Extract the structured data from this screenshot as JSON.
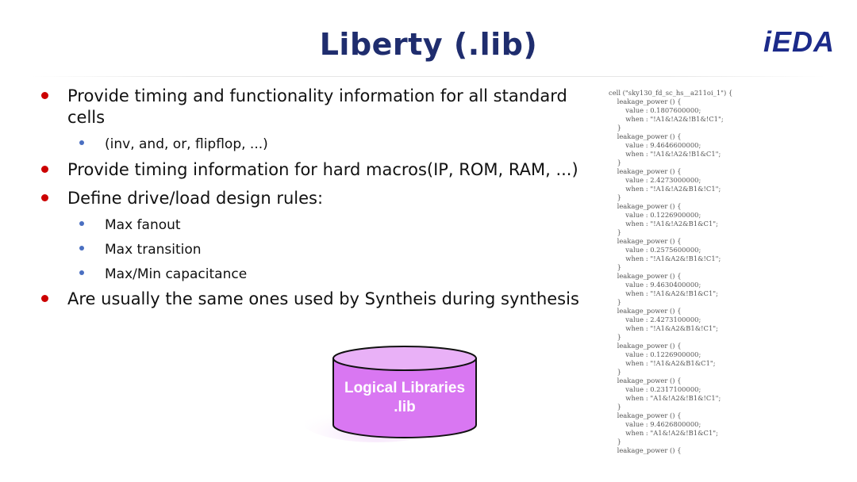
{
  "title": "Liberty (.lib)",
  "logo": "iEDA",
  "bullets": {
    "b1": "Provide timing and functionality information for all standard cells",
    "b1_sub1": "(inv, and, or, flipflop, ...)",
    "b2": "Provide timing information for hard macros(IP, ROM, RAM, ...)",
    "b3": "Define drive/load design rules:",
    "b3_sub1": "Max fanout",
    "b3_sub2": "Max transition",
    "b3_sub3": "Max/Min capacitance",
    "b4": "Are usually the same ones used by Syntheis during synthesis"
  },
  "library_label": {
    "line1": "Logical Libraries",
    "line2": ".lib"
  },
  "code_lines": [
    "cell (\"sky130_fd_sc_hs__a211oi_1\") {",
    "    leakage_power () {",
    "        value : 0.1807600000;",
    "        when : \"!A1&!A2&!B1&!C1\";",
    "    }",
    "    leakage_power () {",
    "        value : 9.4646600000;",
    "        when : \"!A1&!A2&!B1&C1\";",
    "    }",
    "    leakage_power () {",
    "        value : 2.4273000000;",
    "        when : \"!A1&!A2&B1&!C1\";",
    "    }",
    "    leakage_power () {",
    "        value : 0.1226900000;",
    "        when : \"!A1&!A2&B1&C1\";",
    "    }",
    "    leakage_power () {",
    "        value : 0.2575600000;",
    "        when : \"!A1&A2&!B1&!C1\";",
    "    }",
    "    leakage_power () {",
    "        value : 9.4630400000;",
    "        when : \"!A1&A2&!B1&C1\";",
    "    }",
    "    leakage_power () {",
    "        value : 2.4273100000;",
    "        when : \"!A1&A2&B1&!C1\";",
    "    }",
    "    leakage_power () {",
    "        value : 0.1226900000;",
    "        when : \"!A1&A2&B1&C1\";",
    "    }",
    "    leakage_power () {",
    "        value : 0.2317100000;",
    "        when : \"A1&!A2&!B1&!C1\";",
    "    }",
    "    leakage_power () {",
    "        value : 9.4626800000;",
    "        when : \"A1&!A2&!B1&C1\";",
    "    }",
    "    leakage_power () {"
  ],
  "colors": {
    "title": "#1f2d6e",
    "logo": "#1c2b8a",
    "primary_bullet": "#cc0000",
    "secondary_bullet": "#4a6fc1",
    "cylinder_fill": "#d977f2",
    "cylinder_top": "#e9b1f7"
  }
}
